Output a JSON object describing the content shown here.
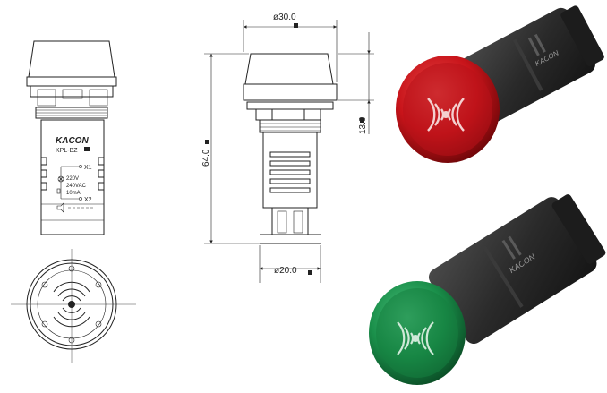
{
  "brand": "KACON",
  "model": "KPL-BZ",
  "terminals": {
    "x1": "X1",
    "x2": "X2"
  },
  "ratings": {
    "voltage_dc": "220V",
    "voltage_ac": "240VAC",
    "current": "10mA"
  },
  "dimensions": {
    "top_diameter": "ø30.0",
    "height": "64.0",
    "bezel_height": "13.0",
    "bottom_diameter": "ø20.0"
  },
  "colors": {
    "red_cap": "#c8141a",
    "green_cap": "#1a8f4a",
    "body": "#2a2a2a"
  }
}
